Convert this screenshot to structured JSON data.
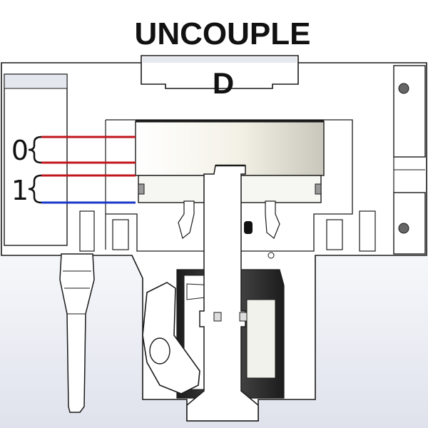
{
  "diagram": {
    "title": "UNCOUPLE",
    "port_label": "D",
    "state_labels": [
      "0",
      "1"
    ],
    "colors": {
      "line_red": "#c0161c",
      "line_blue": "#1a37c8",
      "outline": "#1a1a1a",
      "body_fill": "#ffffff",
      "shade": "#e8eaf2",
      "cavity": "#2a2a2a"
    }
  }
}
